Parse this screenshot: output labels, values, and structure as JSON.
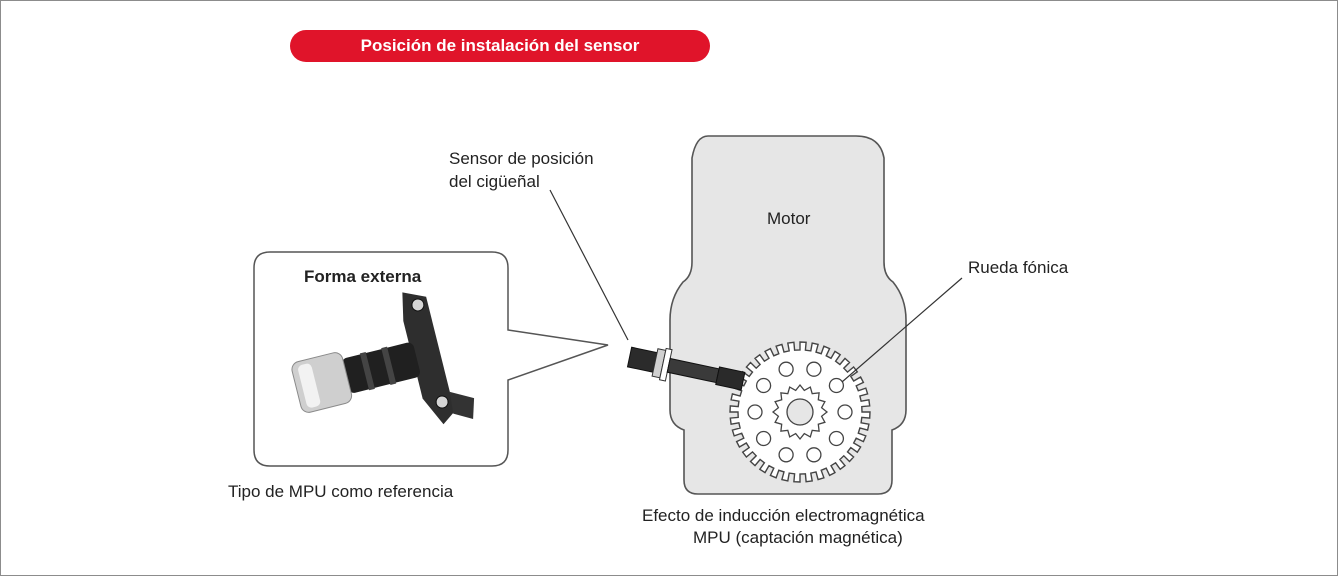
{
  "title": "Posición de instalación del sensor",
  "labels": {
    "sensor_line1": "Sensor de posición",
    "sensor_line2": "del cigüeñal",
    "engine": "Motor",
    "tone_wheel": "Rueda fónica",
    "external_form": "Forma externa",
    "mpu_reference": "Tipo de MPU como referencia",
    "effect_line1": "Efecto de inducción electromagnética",
    "effect_line2": "MPU (captación magnética)"
  },
  "colors": {
    "accent": "#e0142a",
    "engine_fill": "#e6e6e6",
    "outline": "#555555"
  }
}
